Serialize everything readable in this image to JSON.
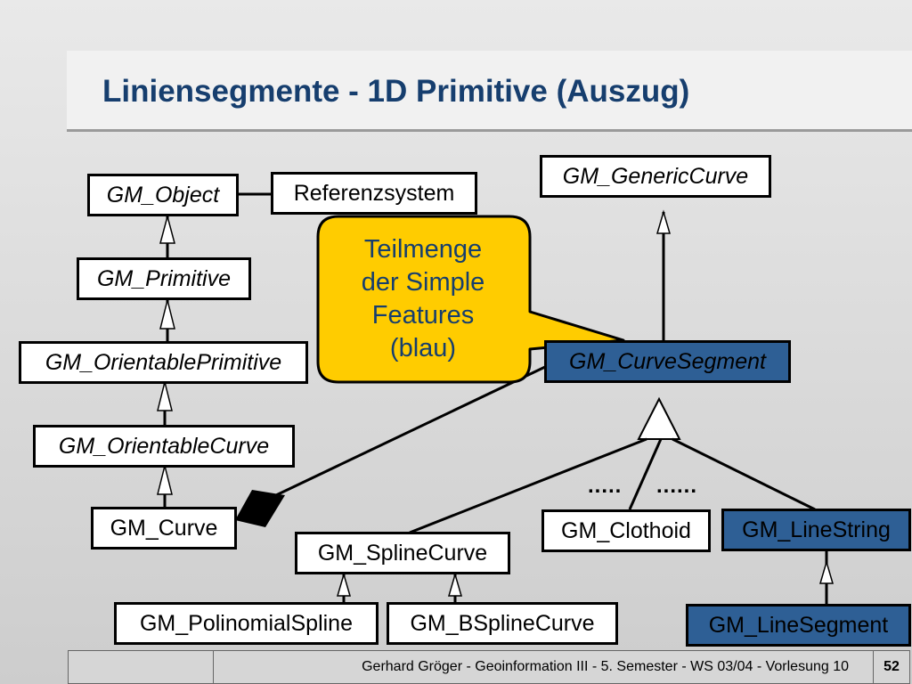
{
  "slide": {
    "title": "Liniensegmente - 1D Primitive (Auszug)",
    "page_number": "52",
    "footer_text": "Gerhard Gröger  -  Geoinformation III  -  5. Semester  -  WS 03/04  -  Vorlesung 10"
  },
  "diagram": {
    "classes": {
      "gm_object": "GM_Object",
      "referenzsystem": "Referenzsystem",
      "gm_primitive": "GM_Primitive",
      "gm_orientable_primitive": "GM_OrientablePrimitive",
      "gm_orientable_curve": "GM_OrientableCurve",
      "gm_curve": "GM_Curve",
      "gm_generic_curve": "GM_GenericCurve",
      "gm_curve_segment": "GM_CurveSegment",
      "gm_clothoid": "GM_Clothoid",
      "gm_line_string": "GM_LineString",
      "gm_spline_curve": "GM_SplineCurve",
      "gm_polinomial_spline": "GM_PolinomialSpline",
      "gm_bspline_curve": "GM_BSplineCurve",
      "gm_line_segment": "GM_LineSegment"
    },
    "callout": {
      "line1": "Teilmenge",
      "line2": "der Simple",
      "line3": "Features",
      "line4": "(blau)"
    },
    "ellipsis_1": ".....",
    "ellipsis_2": "......",
    "colors": {
      "simple_feature_fill": "#2e5f95",
      "callout_fill": "#ffcc00",
      "title_color": "#163e6e"
    }
  }
}
